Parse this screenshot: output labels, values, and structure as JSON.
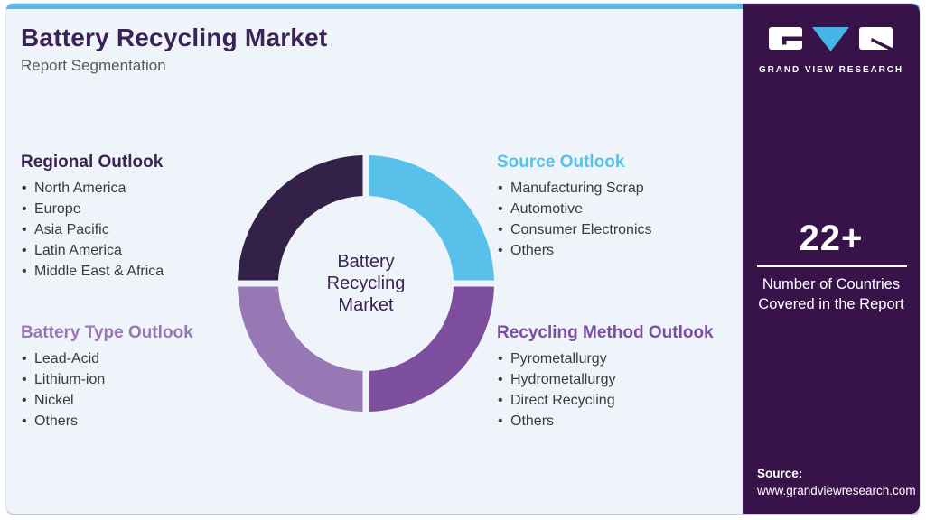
{
  "header": {
    "title": "Battery Recycling Market",
    "subtitle": "Report Segmentation"
  },
  "outlooks": [
    {
      "id": "regional",
      "title": "Regional Outlook",
      "color": "#3b2455",
      "items": [
        "North America",
        "Europe",
        "Asia Pacific",
        "Latin America",
        "Middle East & Africa"
      ]
    },
    {
      "id": "source",
      "title": "Source Outlook",
      "color": "#58c1e9",
      "items": [
        "Manufacturing Scrap",
        "Automotive",
        "Consumer Electronics",
        "Others"
      ]
    },
    {
      "id": "battery-type",
      "title": "Battery Type Outlook",
      "color": "#9878b4",
      "items": [
        "Lead-Acid",
        "Lithium-ion",
        "Nickel",
        "Others"
      ]
    },
    {
      "id": "recycling-method",
      "title": "Recycling Method Outlook",
      "color": "#7c4e9d",
      "items": [
        "Pyrometallurgy",
        "Hydrometallurgy",
        "Direct Recycling",
        "Others"
      ]
    }
  ],
  "chart_data": {
    "type": "pie",
    "title": "Battery Recycling Market",
    "center_label": "Battery\nRecycling\nMarket",
    "inner_radius_ratio": 0.68,
    "start_angle_deg": 0,
    "legend_position": "none",
    "segments": [
      {
        "id": "source",
        "name": "Source Outlook",
        "value": 25,
        "color": "#58c1e9"
      },
      {
        "id": "recycling-method",
        "name": "Recycling Method Outlook",
        "value": 25,
        "color": "#7c4e9d"
      },
      {
        "id": "battery-type",
        "name": "Battery Type Outlook",
        "value": 25,
        "color": "#9878b4"
      },
      {
        "id": "regional",
        "name": "Regional Outlook",
        "value": 25,
        "color": "#342147"
      }
    ]
  },
  "sidebar": {
    "logo_text": "GRAND VIEW RESEARCH",
    "stat_value": "22+",
    "stat_label": "Number of Countries\nCovered in the Report",
    "source_label": "Source:",
    "source_url": "www.grandviewresearch.com"
  },
  "theme": {
    "panel_bg": "#eff4fa",
    "top_bar": "#55b8e8",
    "sidebar_bg": "#38134a",
    "title_color": "#3b2455",
    "subtitle_color": "#58595b",
    "body_text": "#3a3b3d",
    "logo_blue": "#45b5e8",
    "white": "#ffffff"
  }
}
